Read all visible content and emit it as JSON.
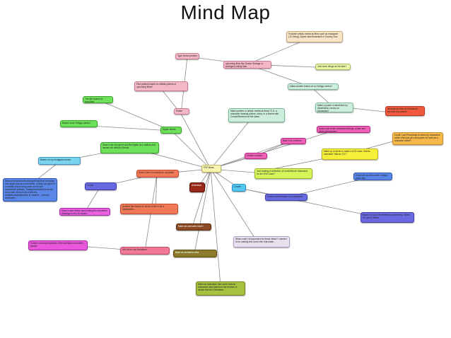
{
  "title": "Mind Map",
  "watermark": "",
  "center": "FAP ideas",
  "colors": {
    "edge": "#8a8a8a"
  },
  "nodes": [
    {
      "id": "n1",
      "label": "Possible artistic media as films such as Instagram (JCI thing), Spider-Man/Daredevil or Scooby-Doo",
      "bg": "#f6e6c6",
      "br": "#c8a878"
    },
    {
      "id": "n2",
      "label": "Type theme posters",
      "bg": "#f3b7c6",
      "br": "#c77a90"
    },
    {
      "id": "n3",
      "label": "upcoming films like Doctor Strange or Avengers Infinity War",
      "bg": "#f3b7c6",
      "br": "#c77a90"
    },
    {
      "id": "n4",
      "label": "Just more things as list idea?",
      "bg": "#eaf7a8",
      "br": "#a8b85a"
    },
    {
      "id": "n5",
      "label": "Film posters based on official posters or upcoming films?",
      "bg": "#f3b7c6",
      "br": "#c77a90"
    },
    {
      "id": "n6",
      "label": "Make posters based on so Sofigyu series?",
      "bg": "#cdeedd",
      "br": "#78b898"
    },
    {
      "id": "n7",
      "label": "Poster",
      "bg": "#f3b7c6",
      "br": "#c77a90"
    },
    {
      "id": "n8",
      "label": "Make a poster to advertise my dissertation survey on Deviantart?",
      "bg": "#cdeedd",
      "br": "#78b898"
    },
    {
      "id": "n9",
      "label": "Illustrations that my Deviantart account do pipeline",
      "bg": "#f05a3c",
      "br": "#b8382a"
    },
    {
      "id": "n10",
      "label": "The film based on recruiting",
      "bg": "#6fe05a",
      "br": "#3aa02a"
    },
    {
      "id": "n11",
      "label": "Make posters or artistic media as films? E.G. a character drawing picture, deep, or a theme with Conan/Weckenn at the ideas",
      "bg": "#cdeedd",
      "br": "#78b898"
    },
    {
      "id": "n12",
      "label": "Based on an Sofigyu series?",
      "bg": "#6fe05a",
      "br": "#3aa02a"
    },
    {
      "id": "n13",
      "label": "Digital Media",
      "bg": "#6fe05a",
      "br": "#3aa02a"
    },
    {
      "id": "n14",
      "label": "Draw a set of fan characters/things, a dark and bleak atmosphere",
      "bg": "#f060b8",
      "br": "#b02880"
    },
    {
      "id": "n15",
      "label": "Could I use Photoshop to draw my characters rather than just pen and paper on such as a character sheet?",
      "bg": "#f7b84a",
      "br": "#c88a2a"
    },
    {
      "id": "n16",
      "label": "Draw a set of a green and find lights as a villains and heroes out with my friends",
      "bg": "#6fe05a",
      "br": "#3aa02a"
    },
    {
      "id": "n17",
      "label": "Base it on a theme",
      "bg": "#f060b8",
      "br": "#b02880"
    },
    {
      "id": "n18",
      "label": "Create a movie",
      "bg": "#f060b8",
      "br": "#b02880"
    },
    {
      "id": "n19",
      "label": "Based on my Instagram series",
      "bg": "#7ad4f0",
      "br": "#3a98c0"
    },
    {
      "id": "n20",
      "label": "Make up a movie to make a DVD case, that its animated. Marvel, DC?",
      "bg": "#f7f03a",
      "br": "#b8b020"
    },
    {
      "id": "n21",
      "label": "Draw a few of concept on computer",
      "bg": "#f07a58",
      "br": "#c04a30"
    },
    {
      "id": "n22",
      "label": "Just reading a collection of comic/Movie characters for the DVD case?",
      "bg": "#d6f55a",
      "br": "#98b828"
    },
    {
      "id": "n23",
      "label": "Draw a world and interesting things that everyday of a single day as some tablet, or they can grow in to reality of your thing such as the self-portrait/self-portrait... background/artwork dream world with comic book creatures, reality/surreal/distortion in creative... with the characters",
      "bg": "#5a86e8",
      "br": "#2a52b0"
    },
    {
      "id": "n24",
      "label": "Comic",
      "bg": "#6a6ae0",
      "br": "#3a3aa8"
    },
    {
      "id": "n25",
      "label": "Animation",
      "bg": "#9a2a1a",
      "br": "#5a140a"
    },
    {
      "id": "n26",
      "label": "Create",
      "bg": "#54c8f0",
      "br": "#2a90c0"
    },
    {
      "id": "n27",
      "label": "Draw a model based on a character",
      "bg": "#6a6ae0",
      "br": "#3a3aa8"
    },
    {
      "id": "n28",
      "label": "Finish off my own comic I began years ago",
      "bg": "#5a86e8",
      "br": "#2a52b0"
    },
    {
      "id": "n29",
      "label": "Draw a dark theme surrounding the wonderful drawings to the 3D space",
      "bg": "#e860e0",
      "br": "#a828a0"
    },
    {
      "id": "n30",
      "label": "Another film based on what I'd like to be a dissertation...",
      "bg": "#f07a58",
      "br": "#c04a30"
    },
    {
      "id": "n31",
      "label": "Based on your life related to some story, I think I'm part of these",
      "bg": "#6a6ae0",
      "br": "#3a3aa8"
    },
    {
      "id": "n32",
      "label": "Make an animated short?",
      "bg": "#8a4a22",
      "br": "#5a2a10"
    },
    {
      "id": "n33",
      "label": "Create a comedy that flow of the animation and other people",
      "bg": "#e858d8",
      "br": "#a828a0"
    },
    {
      "id": "n34",
      "label": "What could I incorporate into these ideas? I wanted to be making this comic film that make...",
      "bg": "#e8e0f0",
      "br": "#b0a0c8"
    },
    {
      "id": "n35",
      "label": "Gift Art on my Deviantart",
      "bg": "#f07a98",
      "br": "#c04a68"
    },
    {
      "id": "n36",
      "label": "Base an animation idea",
      "bg": "#8a7a2a",
      "br": "#5a4a10"
    },
    {
      "id": "n37",
      "label": "Make an animation that some cartoon characters and based on the themes or issues that the Deviantart...",
      "bg": "#a8c040",
      "br": "#708020"
    }
  ]
}
